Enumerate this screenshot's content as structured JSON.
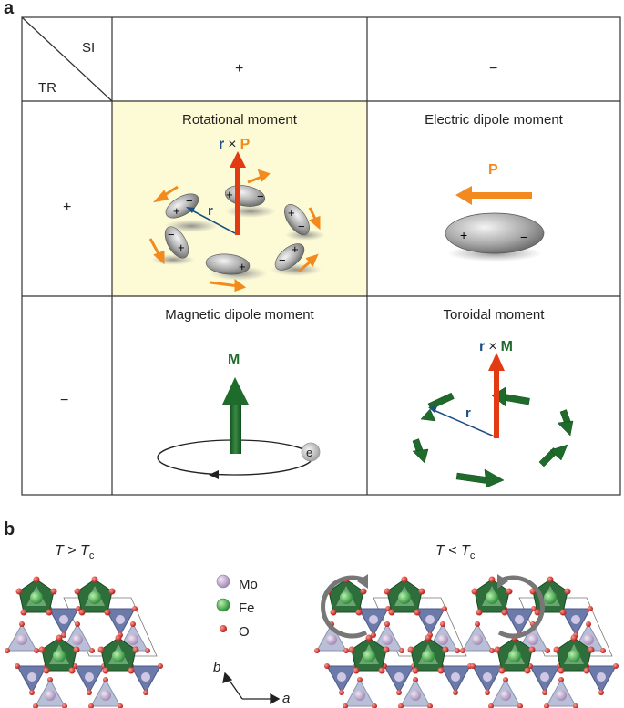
{
  "panel_a": {
    "letter": "a",
    "corner": {
      "top": "SI",
      "bottom": "TR"
    },
    "col_headers": [
      "+",
      "−"
    ],
    "row_headers": [
      "+",
      "−"
    ],
    "cells": {
      "rotational": {
        "title": "Rotational moment",
        "vec_r": "r",
        "vec_times": "×",
        "vec_P": "P",
        "r_label": "r"
      },
      "electric": {
        "title": "Electric dipole moment",
        "P_label": "P",
        "plus": "+",
        "minus": "−"
      },
      "magnetic": {
        "title": "Magnetic dipole moment",
        "M_label": "M",
        "e_label": "e"
      },
      "toroidal": {
        "title": "Toroidal moment",
        "vec_r": "r",
        "vec_times": "×",
        "vec_M": "M",
        "r_label": "r"
      }
    }
  },
  "panel_b": {
    "letter": "b",
    "left_label": {
      "T": "T",
      "rel": "> ",
      "Tc": "T",
      "sub": "c"
    },
    "right_label": {
      "T": "T",
      "rel": "< ",
      "Tc": "T",
      "sub": "c"
    },
    "legend": [
      {
        "name": "Mo",
        "color": "#b9a4c8"
      },
      {
        "name": "Fe",
        "color": "#4cae4c"
      },
      {
        "name": "O",
        "color": "#d43a3a"
      }
    ],
    "axes": {
      "b": "b",
      "a": "a"
    }
  },
  "colors": {
    "highlight": "#fdfbd6",
    "orange": "#f28a1e",
    "red": "#e23a12",
    "blue": "#1b4f82",
    "green": "#1f6b2b",
    "grid": "#333333"
  }
}
